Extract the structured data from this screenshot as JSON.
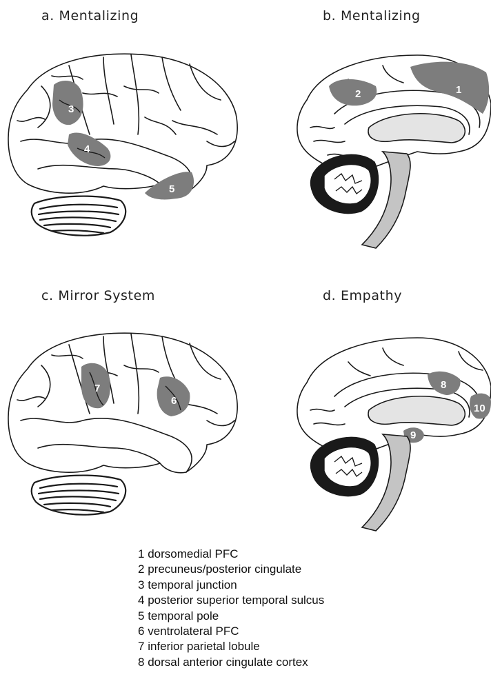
{
  "panels": {
    "a": {
      "title": "a.  Mentalizing"
    },
    "b": {
      "title": "b.  Mentalizing"
    },
    "c": {
      "title": "c.  Mirror System"
    },
    "d": {
      "title": "d.  Empathy"
    }
  },
  "region_labels": {
    "r1": "1",
    "r2": "2",
    "r3": "3",
    "r4": "4",
    "r5": "5",
    "r6": "6",
    "r7": "7",
    "r8": "8",
    "r9": "9",
    "r10": "10"
  },
  "legend": [
    {
      "num": "1",
      "text": "dorsomedial PFC"
    },
    {
      "num": "2",
      "text": "precuneus/posterior cingulate"
    },
    {
      "num": "3",
      "text": "temporal junction"
    },
    {
      "num": "4",
      "text": "posterior superior temporal sulcus"
    },
    {
      "num": "5",
      "text": "temporal pole"
    },
    {
      "num": "6",
      "text": "ventrolateral PFC"
    },
    {
      "num": "7",
      "text": "inferior parietal lobule"
    },
    {
      "num": "8",
      "text": "dorsal anterior cingulate cortex"
    }
  ],
  "colors": {
    "highlight": "#7d7d7d",
    "outline": "#1a1a1a",
    "brainstem": "#c4c4c4",
    "ventricle": "#e4e4e4"
  }
}
